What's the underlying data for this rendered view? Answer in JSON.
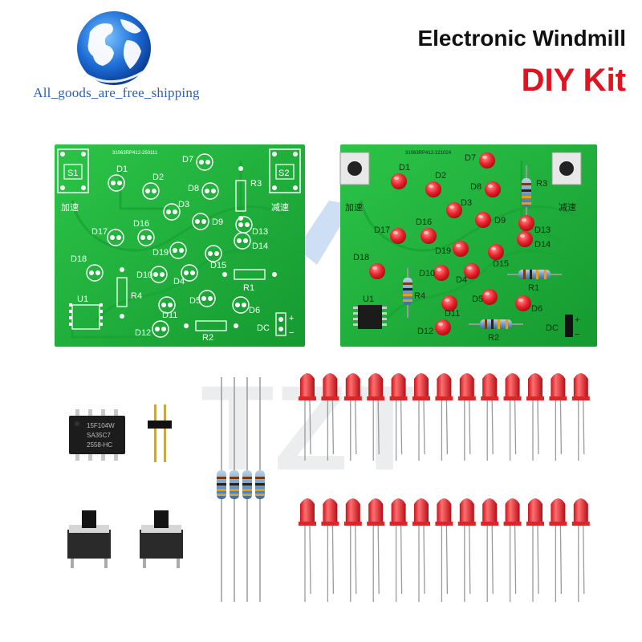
{
  "header": {
    "title_line1": "Electronic Windmill",
    "title_line2": "DIY Kit",
    "tagline": "All_goods_are_free_shipping"
  },
  "watermark": {
    "text": "TZT"
  },
  "pcb_bare": {
    "code": "31063RP412-250111",
    "labels": [
      "D1",
      "D2",
      "D3",
      "D4",
      "D5",
      "D6",
      "D7",
      "D8",
      "D9",
      "D10",
      "D11",
      "D12",
      "D13",
      "D14",
      "D15",
      "D16",
      "D17",
      "D18",
      "D19",
      "R1",
      "R2",
      "R3",
      "R4",
      "U1",
      "S1",
      "S2"
    ],
    "left_cn": "加速",
    "right_cn": "减速",
    "dc": "DC",
    "plus": "+",
    "minus": "−"
  },
  "pcb_assembled": {
    "code": "31063RP412-221024",
    "left_cn": "加速",
    "right_cn": "减速",
    "dc": "DC",
    "plus": "+",
    "minus": "−"
  },
  "ic_chip": {
    "line1": "15F104W",
    "line2": "SA35C7",
    "line3": "2558-HC"
  },
  "colors": {
    "pcb_green": "#21b13b",
    "led_red": "#e8222a",
    "title_red": "#e0141e",
    "globe_blue": "#1f6fd8"
  }
}
